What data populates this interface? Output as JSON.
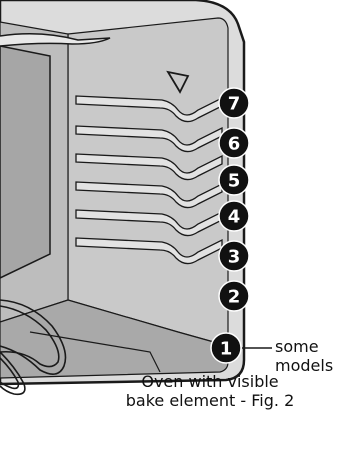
{
  "figure": {
    "rack_positions": [
      "7",
      "6",
      "5",
      "4",
      "3",
      "2",
      "1"
    ],
    "note_line1": "some",
    "note_line2": "models",
    "caption_line1": "Oven with visible",
    "caption_line2": "bake element - Fig. 2",
    "colors": {
      "outline": "#1a1a1a",
      "wall": "#c9c9c9",
      "wall_light": "#e2e2e2",
      "floor": "#a9a9a9",
      "badge": "#111111",
      "badge_text": "#ffffff"
    }
  }
}
